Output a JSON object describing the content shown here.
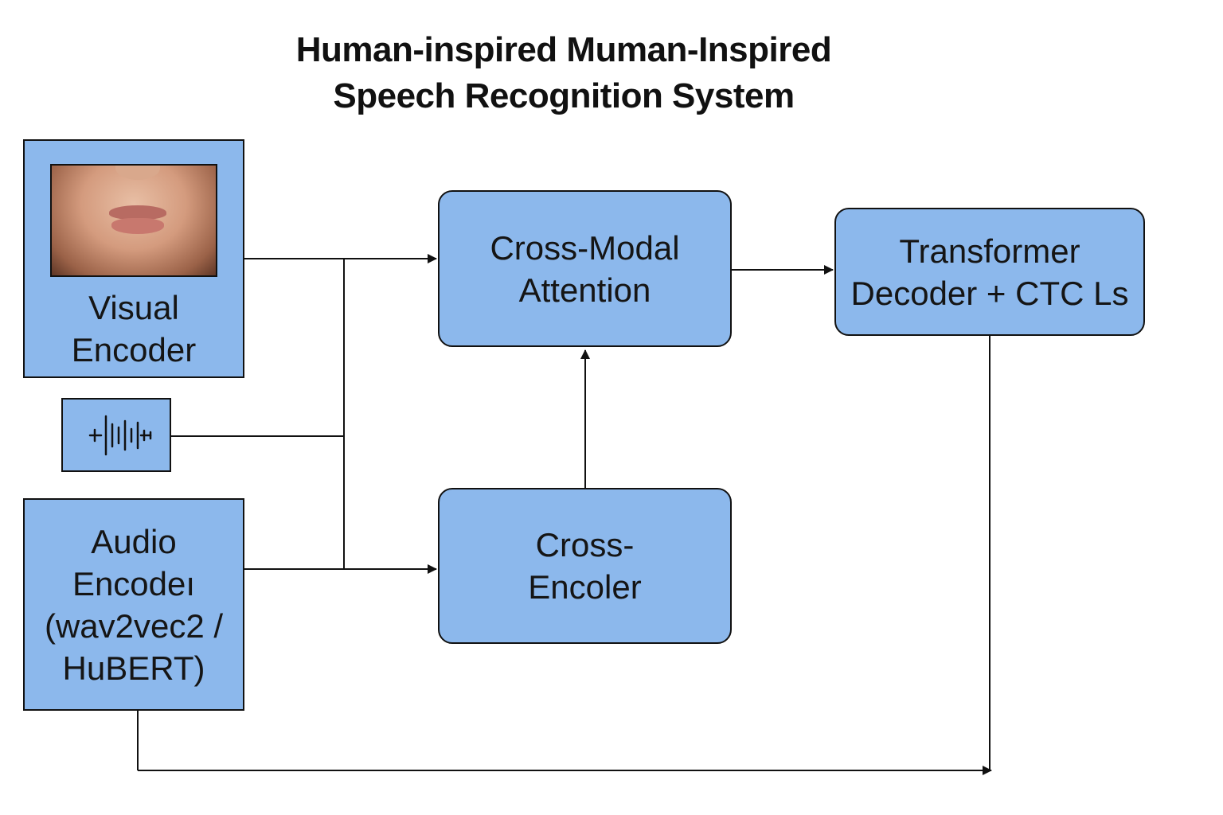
{
  "title": {
    "line1": "Human-inspired Muman-Inspired",
    "line2": "Speech Recognition System"
  },
  "nodes": {
    "visual_encoder": {
      "line1": "Visual",
      "line2": "Encoder",
      "image": "lips-photo"
    },
    "waveform": {
      "icon": "waveform-icon"
    },
    "audio_encoder": {
      "line1": "Audio",
      "line2": "Encodeı",
      "line3": "(wav2vec2 /",
      "line4": "HuBERT)"
    },
    "cross_modal_attention": {
      "line1": "Cross-Modal",
      "line2": "Attention"
    },
    "cross_encoder": {
      "line1": "Cross-",
      "line2": "Encoler"
    },
    "transformer_decoder": {
      "line1": "Transformer",
      "line2": "Decoder + CTC Ls"
    }
  },
  "colors": {
    "box_fill": "#8cb8ec",
    "stroke": "#111111",
    "background": "#ffffff"
  }
}
